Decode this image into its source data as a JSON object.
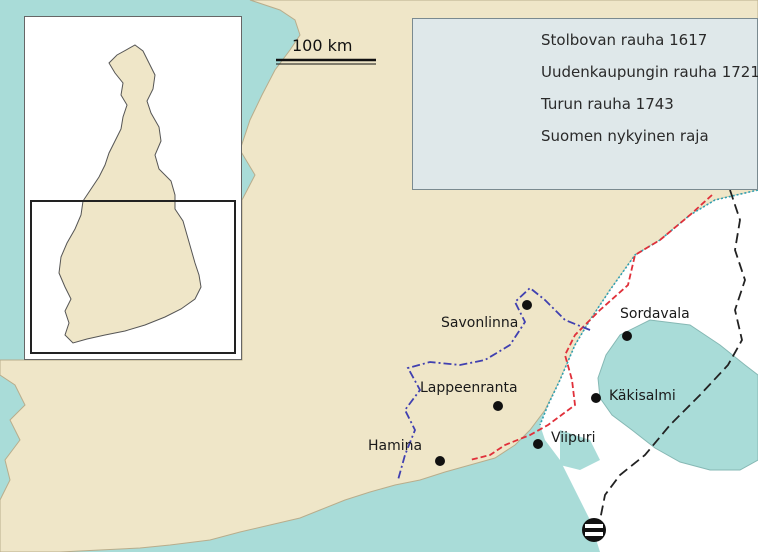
{
  "scale_bar": {
    "label": "100 km"
  },
  "legend": {
    "items": [
      {
        "label": "Stolbovan rauha 1617",
        "color": "#222222",
        "dash": "10,5"
      },
      {
        "label": "Uudenkaupungin rauha 1721",
        "color": "#e0303a",
        "dash": "6,3"
      },
      {
        "label": "Turun rauha 1743",
        "color": "#4040b0",
        "dash": "8,3,2,3"
      },
      {
        "label": "Suomen nykyinen raja",
        "color": "#30a0b0",
        "dash": "2,2"
      }
    ]
  },
  "places": [
    {
      "name": "Savonlinna"
    },
    {
      "name": "Sordavala"
    },
    {
      "name": "Lappeenranta"
    },
    {
      "name": "Käkisalmi"
    },
    {
      "name": "Hamina"
    },
    {
      "name": "Viipuri"
    }
  ],
  "colors": {
    "sea": "#a9dcd8",
    "land": "#efe6c8",
    "russia": "#ffffff",
    "inset_land": "#efe6c8"
  }
}
